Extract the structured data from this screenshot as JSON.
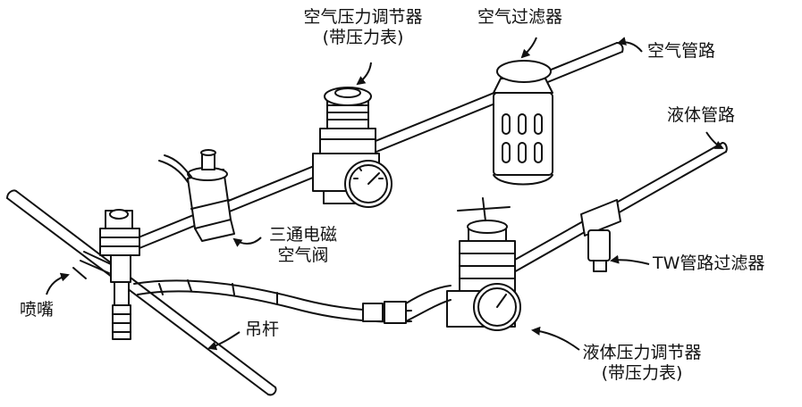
{
  "labels": {
    "air_regulator": "空气压力调节器",
    "air_regulator_gauge": "(带压力表)",
    "air_filter": "空气过滤器",
    "air_line": "空气管路",
    "liquid_line": "液体管路",
    "solenoid_line1": "三通电磁",
    "solenoid_line2": "空气阀",
    "tw_filter": "TW管路过滤器",
    "nozzle": "喷嘴",
    "boom": "吊杆",
    "liquid_regulator": "液体压力调节器",
    "liquid_regulator_gauge": "(带压力表)"
  },
  "colors": {
    "ink": "#111111",
    "background": "#ffffff"
  }
}
